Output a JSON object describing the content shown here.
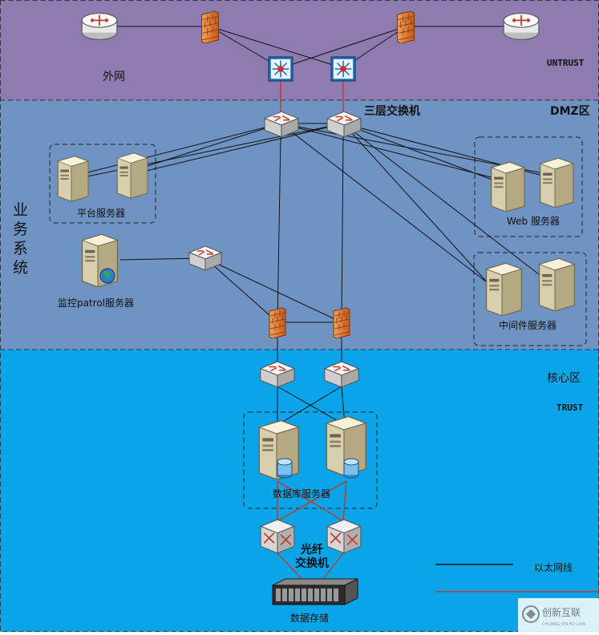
{
  "zones": {
    "untrust_cn": "外网",
    "untrust_en": "UNTRUST",
    "dmz": "DMZ区",
    "core_cn": "核心区",
    "trust": "TRUST",
    "business": "业务系统"
  },
  "labels": {
    "l3_switch": "三层交换机",
    "platform_servers": "平台服务器",
    "patrol_server": "监控patrol服务器",
    "web_servers": "Web 服务器",
    "middleware_servers": "中间件服务器",
    "db_servers": "数据库服务器",
    "fiber_switch_line1": "光纤",
    "fiber_switch_line2": "交换机",
    "storage": "数据存储"
  },
  "legend": {
    "ethernet": "以太网线"
  },
  "watermark": {
    "text": "创新互联",
    "sub": "CHUANG XIN HU LIAN"
  },
  "colors": {
    "untrust_bg": "#8e7bb0",
    "dmz_bg": "#6f93c2",
    "trust_bg": "#0aa5e8",
    "ethernet_line": "#111111",
    "fiber_line": "#c0392b"
  }
}
